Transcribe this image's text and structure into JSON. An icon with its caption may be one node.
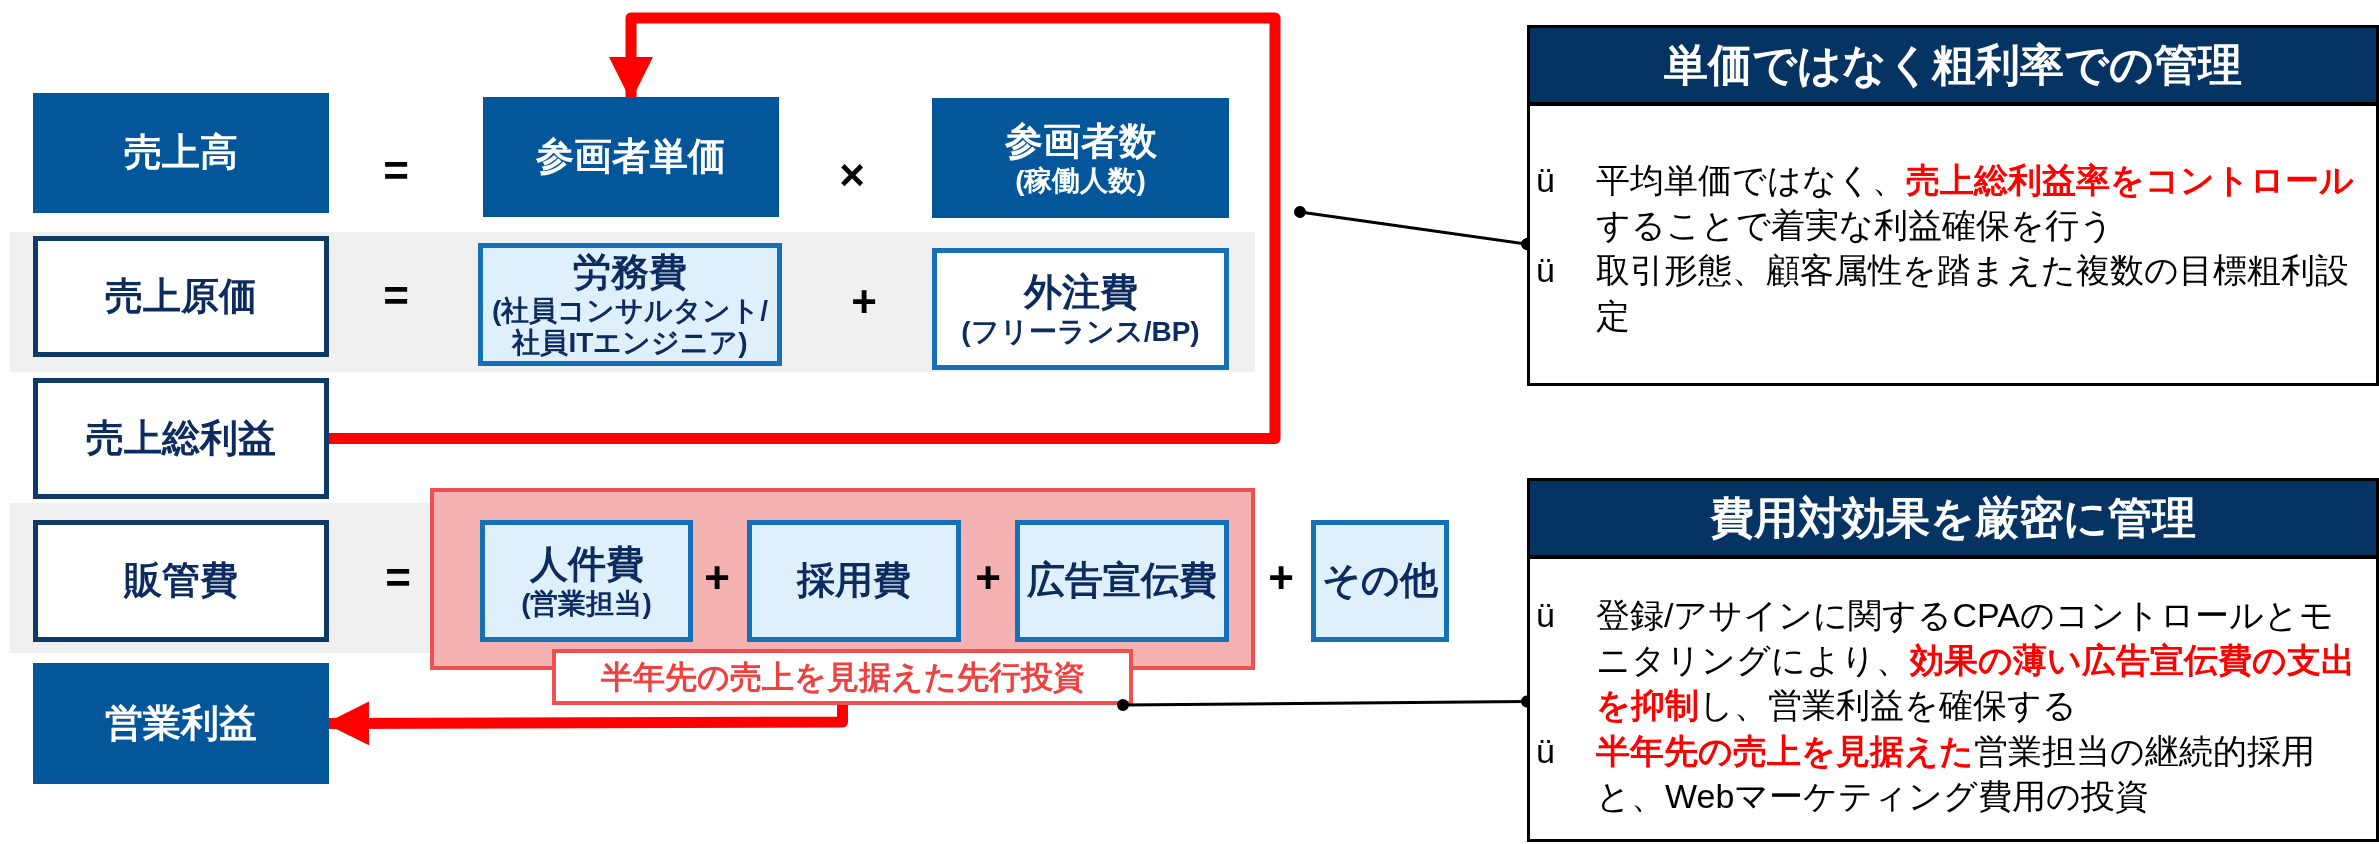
{
  "diagram": {
    "nodes": [
      {
        "text": [
          "売上高"
        ]
      },
      {
        "text": [
          "参画者単価"
        ]
      },
      {
        "text": [
          "参画者数",
          "(稼働人数)"
        ]
      },
      {
        "text": [
          "売上原価"
        ]
      },
      {
        "text": [
          "労務費",
          "(社員コンサルタント/社員ITエンジニア)"
        ]
      },
      {
        "text": [
          "外注費",
          "(フリーランス/BP)"
        ]
      },
      {
        "text": [
          "売上総利益"
        ]
      },
      {
        "text": [
          "販管費"
        ]
      },
      {
        "text": [
          "半年先の売上を見据えた先行投資"
        ]
      },
      {
        "text": [
          "人件費",
          "(営業担当)"
        ],
        "in": 8
      },
      {
        "text": [
          "採用費"
        ],
        "in": 8
      },
      {
        "text": [
          "広告宣伝費"
        ],
        "in": 8
      },
      {
        "text": [
          "その他"
        ]
      },
      {
        "text": [
          "営業利益"
        ]
      },
      {
        "text": [
          "単価ではなく粗利率での管理",
          "平均単価ではなく、**売上総利益率をコントロール**することで着実な利益確保を行う",
          "取引形態、顧客属性を踏まえた複数の目標粗利設定"
        ]
      },
      {
        "text": [
          "費用対効果を厳密に管理",
          "登録/アサインに関するCPAのコントロールとモニタリングにより、**効果の薄い広告宣伝費の支出を抑制**し、営業利益を確保する",
          "**半年先の売上を見据えた**営業担当の継続的採用と、Webマーケティング費用の投資"
        ]
      }
    ],
    "edges": [
      {
        "from": 6,
        "to": 1,
        "arrow": "to",
        "style": "thick",
        "color": "#ff0000"
      },
      {
        "from": 8,
        "to": 13,
        "arrow": "to",
        "style": "thick",
        "color": "#ff0000"
      },
      {
        "from": 14,
        "to": null,
        "arrow": "other",
        "color": "#000000"
      },
      {
        "from": 15,
        "to": 8,
        "arrow": "other",
        "color": "#000000"
      }
    ],
    "labels": [
      "=",
      "×",
      "=",
      "+",
      "=",
      "+",
      "+",
      "+",
      "ü",
      "ü",
      "ü",
      "ü"
    ]
  }
}
